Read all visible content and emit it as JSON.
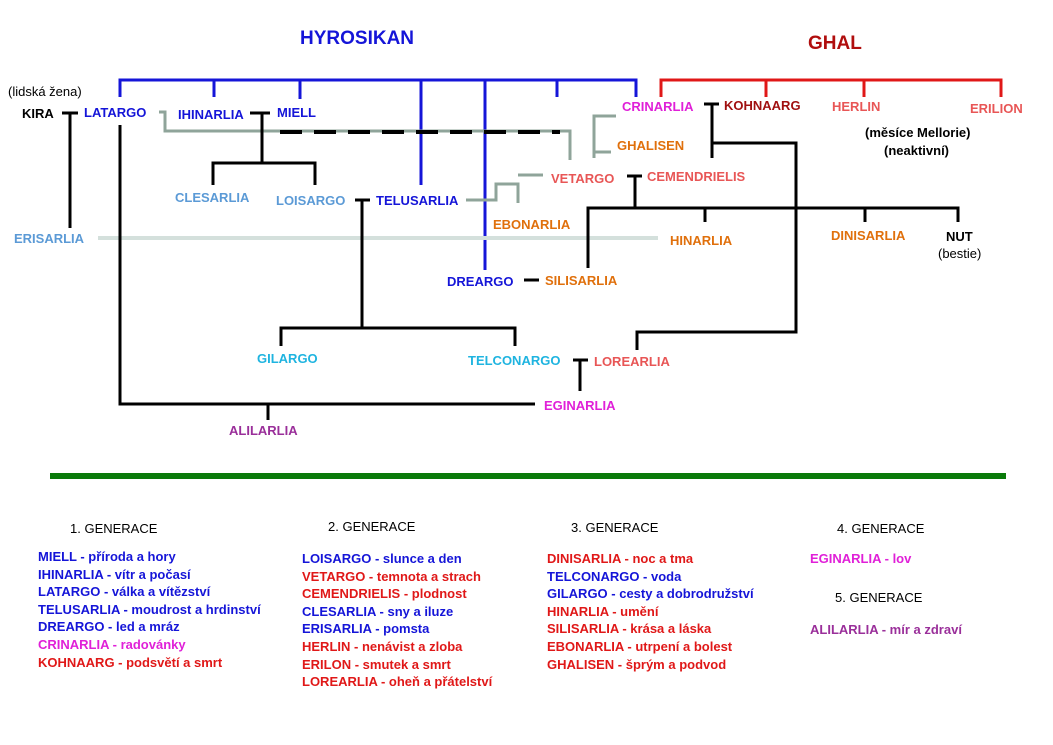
{
  "colors": {
    "blue": "#1515d8",
    "red": "#e01818",
    "darkred": "#a01010",
    "salmon": "#e85656",
    "orange": "#e0700c",
    "lightblue": "#5b9ad6",
    "cyan": "#1fb4e0",
    "magenta": "#e020d8",
    "purple": "#9a2f9a",
    "green": "#0a7a0a",
    "gray": "#8fa49a"
  },
  "groups": {
    "hyrosikan": "HYROSIKAN",
    "ghal": "GHAL"
  },
  "tree": {
    "lidska_zena": "(lidská žena)",
    "kira": "KIRA",
    "latargo": "LATARGO",
    "ihinarlia": "IHINARLIA",
    "miell": "MIELL",
    "crinarlia": "CRINARLIA",
    "kohnaarg": "KOHNAARG",
    "herlin": "HERLIN",
    "erilion": "ERILION",
    "mesice_mellorie": "(měsíce Mellorie)",
    "neaktivni": "(neaktivní)",
    "ghalisen": "GHALISEN",
    "clesarlia": "CLESARLIA",
    "loisargo": "LOISARGO",
    "telusarlia": "TELUSARLIA",
    "vetargo": "VETARGO",
    "cemendrielis": "CEMENDRIELIS",
    "erisarlia": "ERISARLIA",
    "ebonarlia": "EBONARLIA",
    "hinarlia": "HINARLIA",
    "dinisarlia": "DINISARLIA",
    "nut": "NUT",
    "bestie": "(bestie)",
    "dreargo": "DREARGO",
    "silisarlia": "SILISARLIA",
    "gilargo": "GILARGO",
    "telconargo": "TELCONARGO",
    "lorearlia": "LOREARLIA",
    "eginarlia": "EGINARLIA",
    "alilarlia": "ALILARLIA"
  },
  "generations": [
    {
      "heading": "1. GENERACE",
      "items": [
        {
          "text": "MIELL - příroda a hory",
          "color": "#1515d8"
        },
        {
          "text": "IHINARLIA - vítr a počasí",
          "color": "#1515d8"
        },
        {
          "text": "LATARGO - válka a vítězství",
          "color": "#1515d8"
        },
        {
          "text": "TELUSARLIA - moudrost a hrdinství",
          "color": "#1515d8"
        },
        {
          "text": "DREARGO - led a mráz",
          "color": "#1515d8"
        },
        {
          "text": "CRINARLIA - radovánky",
          "color": "#e020d8"
        },
        {
          "text": "KOHNAARG - podsvětí a smrt",
          "color": "#e01818"
        }
      ]
    },
    {
      "heading": "2. GENERACE",
      "items": [
        {
          "text": "LOISARGO - slunce a den",
          "color": "#1515d8"
        },
        {
          "text": "VETARGO -  temnota a strach",
          "color": "#e01818"
        },
        {
          "text": "CEMENDRIELIS - plodnost",
          "color": "#e01818"
        },
        {
          "text": "CLESARLIA -  sny a iluze",
          "color": "#1515d8"
        },
        {
          "text": "ERISARLIA - pomsta",
          "color": "#1515d8"
        },
        {
          "text": "HERLIN -  nenávist a zloba",
          "color": "#e01818"
        },
        {
          "text": "ERILON - smutek a smrt",
          "color": "#e01818"
        },
        {
          "text": "LOREARLIA - oheň a přátelství",
          "color": "#e01818"
        }
      ]
    },
    {
      "heading": "3. GENERACE",
      "items": [
        {
          "text": "DINISARLIA - noc a tma",
          "color": "#e01818"
        },
        {
          "text": "TELCONARGO - voda",
          "color": "#1515d8"
        },
        {
          "text": "GILARGO - cesty a dobrodružství",
          "color": "#1515d8"
        },
        {
          "text": "HINARLIA - umění",
          "color": "#e01818"
        },
        {
          "text": "SILISARLIA - krása a láska",
          "color": "#e01818"
        },
        {
          "text": "EBONARLIA - utrpení a bolest",
          "color": "#e01818"
        },
        {
          "text": "GHALISEN - šprým a podvod",
          "color": "#e01818"
        }
      ]
    },
    {
      "heading": "4. GENERACE",
      "items": [
        {
          "text": "EGINARLIA - lov",
          "color": "#e020d8"
        }
      ]
    },
    {
      "heading": "5. GENERACE",
      "items": [
        {
          "text": "ALILARLIA - mír a zdraví",
          "color": "#9a2f9a"
        }
      ]
    }
  ]
}
